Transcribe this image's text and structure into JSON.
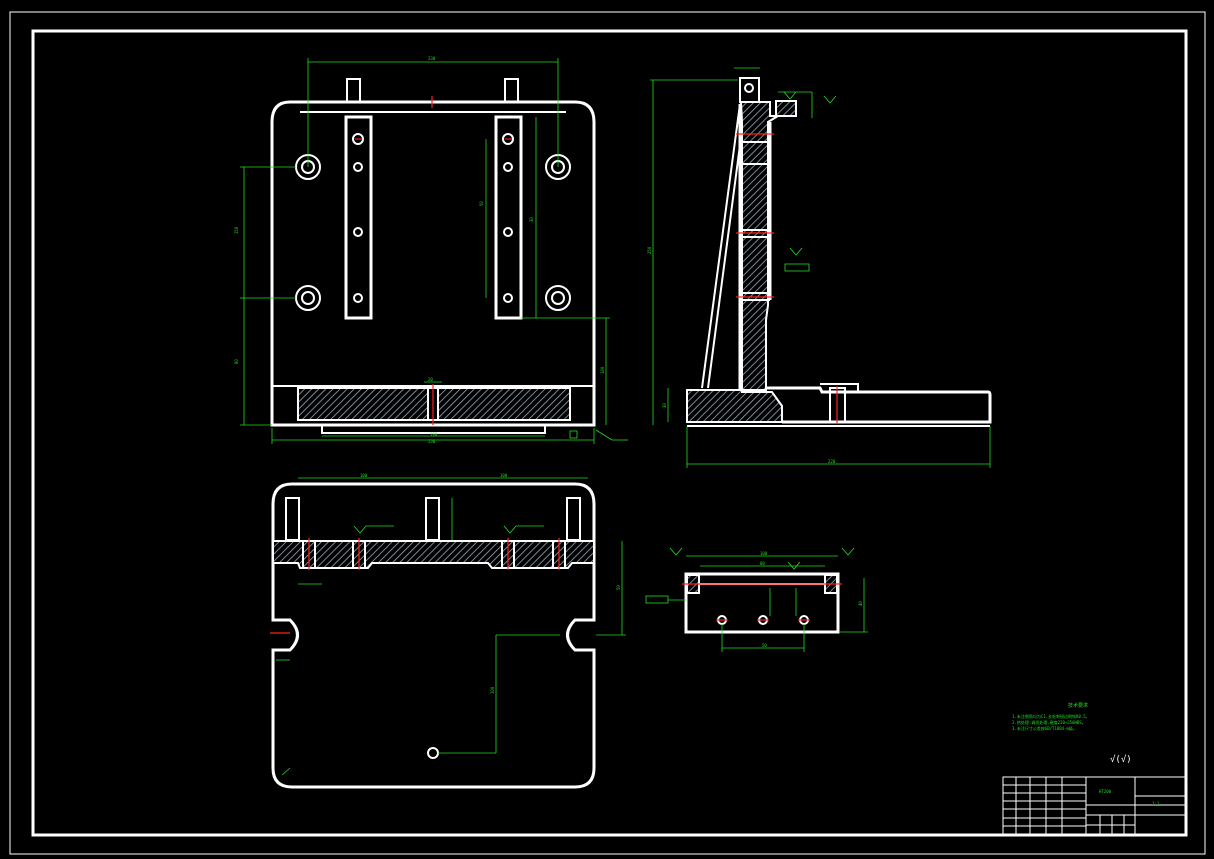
{
  "drawing": {
    "dims": {
      "top_width": "230",
      "left_height": "150",
      "left_height2": "80",
      "inner_gap": "180",
      "base_width": "230",
      "base_inner": "190",
      "hole_pitch_a": "50",
      "hole_pitch_b": "30",
      "center_mark": "20",
      "side_height": "250",
      "side_base": "220",
      "side_small": "30",
      "bottom_left": "100",
      "bottom_right": "100",
      "bottom_height": "50",
      "bottom_depth": "100",
      "bottom_center": "80",
      "detail_width": "100",
      "detail_inner": "80",
      "detail_height": "40",
      "detail_holes": "50"
    },
    "notes": {
      "title": "技术要求",
      "lines": [
        "1.未注倒角均为C1,去毛刺锐边倒钝R0.5。",
        "2.热处理:调质处理,硬度220~250HBS。",
        "3.未注尺寸公差按GB/T1804-m级。"
      ]
    },
    "roughness": "√(√)",
    "title_block": {
      "name": "HT200",
      "sheet": "1:1"
    }
  }
}
